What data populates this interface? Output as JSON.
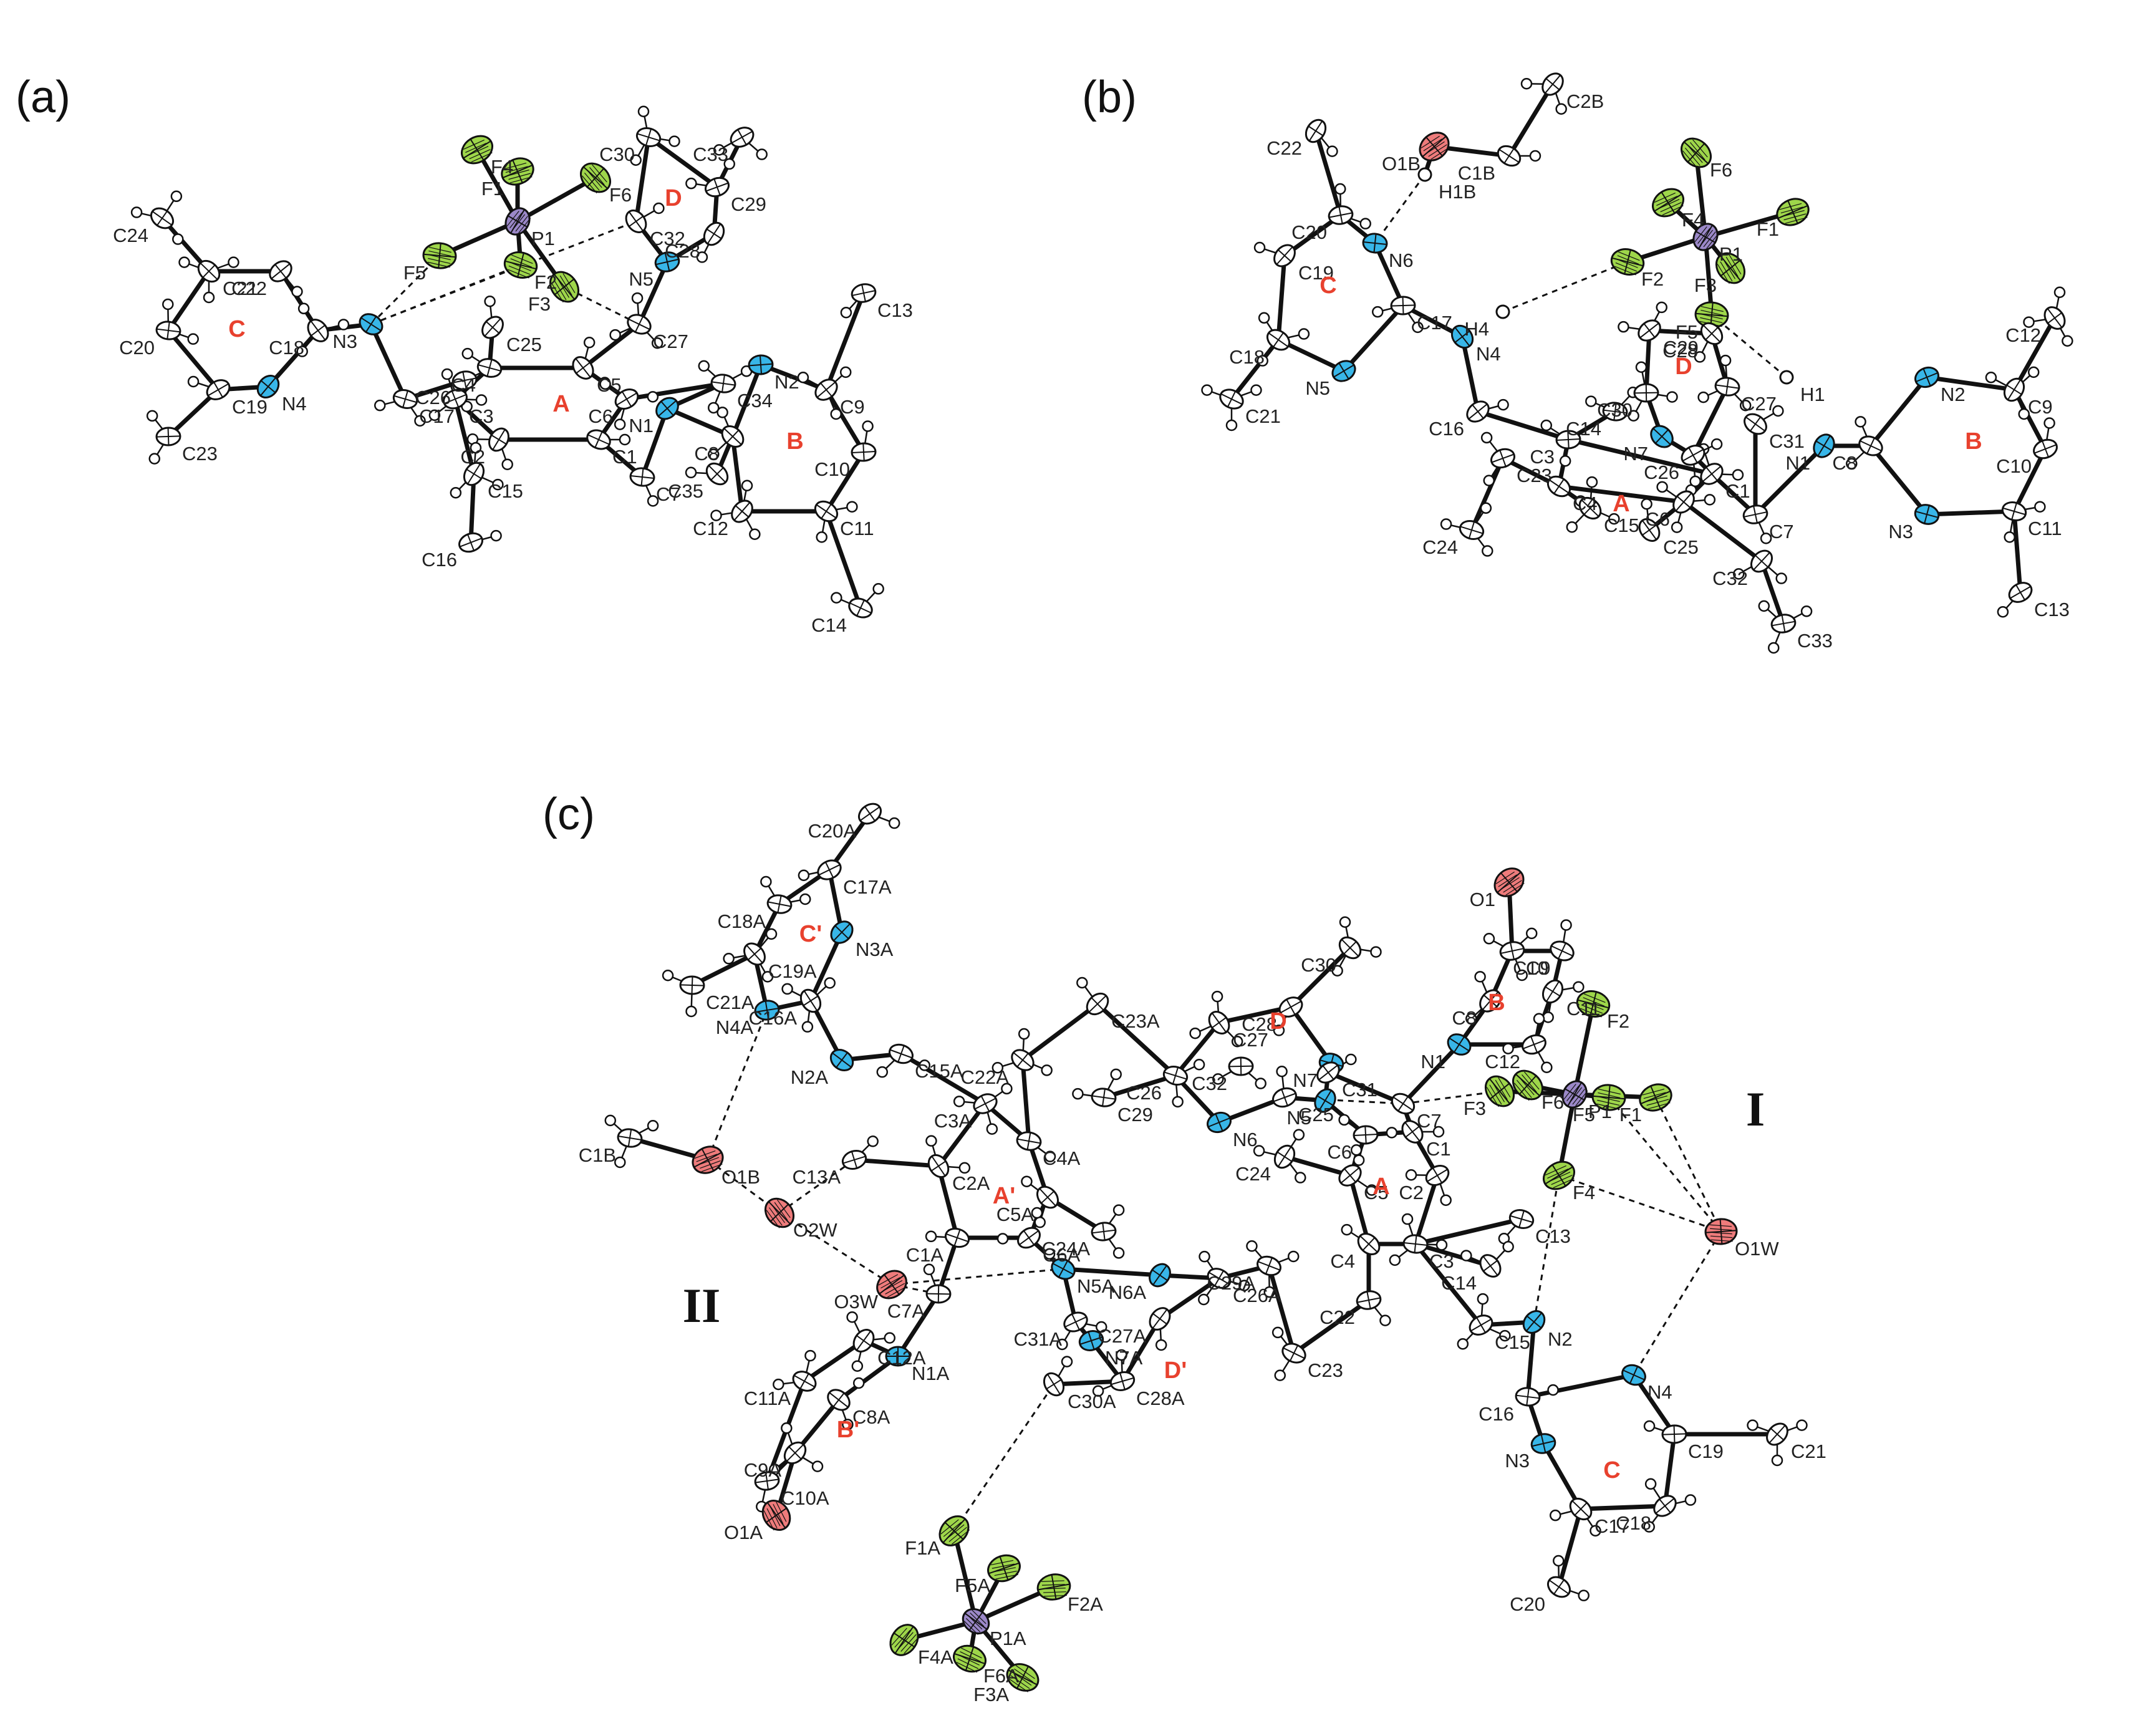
{
  "colors": {
    "C": "#ffffff",
    "N": "#38b6e8",
    "F": "#9ed64a",
    "P": "#9b88c8",
    "O": "#ee7b7b",
    "H": "#ffffff",
    "ring": "#e8412e"
  },
  "panels": [
    {
      "id": "a",
      "label": "(a)",
      "rings": [
        "A",
        "B",
        "C",
        "D"
      ],
      "atoms": [
        {
          "id": "P1",
          "el": "P"
        },
        {
          "id": "F1",
          "el": "F"
        },
        {
          "id": "F2",
          "el": "F"
        },
        {
          "id": "F3",
          "el": "F"
        },
        {
          "id": "F4",
          "el": "F"
        },
        {
          "id": "F5",
          "el": "F"
        },
        {
          "id": "F6",
          "el": "F"
        },
        {
          "id": "N1",
          "el": "N"
        },
        {
          "id": "N2",
          "el": "N"
        },
        {
          "id": "N3",
          "el": "N"
        },
        {
          "id": "N4",
          "el": "N"
        },
        {
          "id": "N5",
          "el": "N"
        },
        {
          "id": "C1",
          "el": "C"
        },
        {
          "id": "C2",
          "el": "C"
        },
        {
          "id": "C3",
          "el": "C"
        },
        {
          "id": "C4",
          "el": "C"
        },
        {
          "id": "C5",
          "el": "C"
        },
        {
          "id": "C6",
          "el": "C"
        },
        {
          "id": "C7",
          "el": "C"
        },
        {
          "id": "C8",
          "el": "C"
        },
        {
          "id": "C9",
          "el": "C"
        },
        {
          "id": "C10",
          "el": "C"
        },
        {
          "id": "C11",
          "el": "C"
        },
        {
          "id": "C12",
          "el": "C"
        },
        {
          "id": "C13",
          "el": "C"
        },
        {
          "id": "C14",
          "el": "C"
        },
        {
          "id": "C15",
          "el": "C"
        },
        {
          "id": "C16",
          "el": "C"
        },
        {
          "id": "C17",
          "el": "C"
        },
        {
          "id": "C18",
          "el": "C"
        },
        {
          "id": "C19",
          "el": "C"
        },
        {
          "id": "C20",
          "el": "C"
        },
        {
          "id": "C21",
          "el": "C"
        },
        {
          "id": "C22",
          "el": "C"
        },
        {
          "id": "C23",
          "el": "C"
        },
        {
          "id": "C24",
          "el": "C"
        },
        {
          "id": "C25",
          "el": "C"
        },
        {
          "id": "C26",
          "el": "C"
        },
        {
          "id": "C27",
          "el": "C"
        },
        {
          "id": "C28",
          "el": "C"
        },
        {
          "id": "C29",
          "el": "C"
        },
        {
          "id": "C30",
          "el": "C"
        },
        {
          "id": "C32",
          "el": "C"
        },
        {
          "id": "C33",
          "el": "C"
        },
        {
          "id": "C34",
          "el": "C"
        },
        {
          "id": "C35",
          "el": "C"
        }
      ]
    },
    {
      "id": "b",
      "label": "(b)",
      "rings": [
        "A",
        "B",
        "C",
        "D"
      ],
      "atoms": [
        {
          "id": "P1",
          "el": "P"
        },
        {
          "id": "F1",
          "el": "F"
        },
        {
          "id": "F2",
          "el": "F"
        },
        {
          "id": "F3",
          "el": "F"
        },
        {
          "id": "F4",
          "el": "F"
        },
        {
          "id": "F5",
          "el": "F"
        },
        {
          "id": "F6",
          "el": "F"
        },
        {
          "id": "O1B",
          "el": "O"
        },
        {
          "id": "H1B",
          "el": "H"
        },
        {
          "id": "C1B",
          "el": "C"
        },
        {
          "id": "C2B",
          "el": "C"
        },
        {
          "id": "H4",
          "el": "H"
        },
        {
          "id": "H1",
          "el": "H"
        },
        {
          "id": "N1",
          "el": "N"
        },
        {
          "id": "N2",
          "el": "N"
        },
        {
          "id": "N3",
          "el": "N"
        },
        {
          "id": "N4",
          "el": "N"
        },
        {
          "id": "N5",
          "el": "N"
        },
        {
          "id": "N6",
          "el": "N"
        },
        {
          "id": "N7",
          "el": "N"
        },
        {
          "id": "C1",
          "el": "C"
        },
        {
          "id": "C3",
          "el": "C"
        },
        {
          "id": "C4",
          "el": "C"
        },
        {
          "id": "C6",
          "el": "C"
        },
        {
          "id": "C7",
          "el": "C"
        },
        {
          "id": "C8",
          "el": "C"
        },
        {
          "id": "C9",
          "el": "C"
        },
        {
          "id": "C10",
          "el": "C"
        },
        {
          "id": "C11",
          "el": "C"
        },
        {
          "id": "C12",
          "el": "C"
        },
        {
          "id": "C13",
          "el": "C"
        },
        {
          "id": "C14",
          "el": "C"
        },
        {
          "id": "C15",
          "el": "C"
        },
        {
          "id": "C16",
          "el": "C"
        },
        {
          "id": "C17",
          "el": "C"
        },
        {
          "id": "C18",
          "el": "C"
        },
        {
          "id": "C19",
          "el": "C"
        },
        {
          "id": "C20",
          "el": "C"
        },
        {
          "id": "C21",
          "el": "C"
        },
        {
          "id": "C22",
          "el": "C"
        },
        {
          "id": "C23",
          "el": "C"
        },
        {
          "id": "C24",
          "el": "C"
        },
        {
          "id": "C25",
          "el": "C"
        },
        {
          "id": "C26",
          "el": "C"
        },
        {
          "id": "C27",
          "el": "C"
        },
        {
          "id": "C28",
          "el": "C"
        },
        {
          "id": "C29",
          "el": "C"
        },
        {
          "id": "C30",
          "el": "C"
        },
        {
          "id": "C31",
          "el": "C"
        },
        {
          "id": "C32",
          "el": "C"
        },
        {
          "id": "C33",
          "el": "C"
        }
      ]
    },
    {
      "id": "c",
      "label": "(c)",
      "rings": [
        "A",
        "B",
        "C",
        "D",
        "A'",
        "B'",
        "C'",
        "D'"
      ],
      "molecules": [
        "I",
        "II"
      ],
      "atoms": [
        {
          "id": "P1",
          "el": "P"
        },
        {
          "id": "F1",
          "el": "F"
        },
        {
          "id": "F2",
          "el": "F"
        },
        {
          "id": "F3",
          "el": "F"
        },
        {
          "id": "F4",
          "el": "F"
        },
        {
          "id": "F5",
          "el": "F"
        },
        {
          "id": "F6",
          "el": "F"
        },
        {
          "id": "O1",
          "el": "O"
        },
        {
          "id": "O1W",
          "el": "O"
        },
        {
          "id": "N1",
          "el": "N"
        },
        {
          "id": "N2",
          "el": "N"
        },
        {
          "id": "N3",
          "el": "N"
        },
        {
          "id": "N4",
          "el": "N"
        },
        {
          "id": "N5",
          "el": "N"
        },
        {
          "id": "N6",
          "el": "N"
        },
        {
          "id": "N7",
          "el": "N"
        },
        {
          "id": "C1",
          "el": "C"
        },
        {
          "id": "C2",
          "el": "C"
        },
        {
          "id": "C3",
          "el": "C"
        },
        {
          "id": "C4",
          "el": "C"
        },
        {
          "id": "C5",
          "el": "C"
        },
        {
          "id": "C6",
          "el": "C"
        },
        {
          "id": "C7",
          "el": "C"
        },
        {
          "id": "C8",
          "el": "C"
        },
        {
          "id": "C9",
          "el": "C"
        },
        {
          "id": "C10",
          "el": "C"
        },
        {
          "id": "C11",
          "el": "C"
        },
        {
          "id": "C12",
          "el": "C"
        },
        {
          "id": "C13",
          "el": "C"
        },
        {
          "id": "C14",
          "el": "C"
        },
        {
          "id": "C15",
          "el": "C"
        },
        {
          "id": "C16",
          "el": "C"
        },
        {
          "id": "C17",
          "el": "C"
        },
        {
          "id": "C18",
          "el": "C"
        },
        {
          "id": "C19",
          "el": "C"
        },
        {
          "id": "C20",
          "el": "C"
        },
        {
          "id": "C21",
          "el": "C"
        },
        {
          "id": "C22",
          "el": "C"
        },
        {
          "id": "C23",
          "el": "C"
        },
        {
          "id": "C24",
          "el": "C"
        },
        {
          "id": "C25",
          "el": "C"
        },
        {
          "id": "C26",
          "el": "C"
        },
        {
          "id": "C27",
          "el": "C"
        },
        {
          "id": "C28",
          "el": "C"
        },
        {
          "id": "C29",
          "el": "C"
        },
        {
          "id": "C30",
          "el": "C"
        },
        {
          "id": "C31",
          "el": "C"
        },
        {
          "id": "C32",
          "el": "C"
        },
        {
          "id": "P1A",
          "el": "P"
        },
        {
          "id": "F1A",
          "el": "F"
        },
        {
          "id": "F2A",
          "el": "F"
        },
        {
          "id": "F3A",
          "el": "F"
        },
        {
          "id": "F4A",
          "el": "F"
        },
        {
          "id": "F5A",
          "el": "F"
        },
        {
          "id": "F6A",
          "el": "F"
        },
        {
          "id": "O1A",
          "el": "O"
        },
        {
          "id": "O1B",
          "el": "O"
        },
        {
          "id": "C1B",
          "el": "C"
        },
        {
          "id": "O2W",
          "el": "O"
        },
        {
          "id": "O3W",
          "el": "O"
        },
        {
          "id": "N1A",
          "el": "N"
        },
        {
          "id": "N2A",
          "el": "N"
        },
        {
          "id": "N3A",
          "el": "N"
        },
        {
          "id": "N4A",
          "el": "N"
        },
        {
          "id": "N5A",
          "el": "N"
        },
        {
          "id": "N6A",
          "el": "N"
        },
        {
          "id": "N7A",
          "el": "N"
        },
        {
          "id": "C1A",
          "el": "C"
        },
        {
          "id": "C2A",
          "el": "C"
        },
        {
          "id": "C3A",
          "el": "C"
        },
        {
          "id": "C4A",
          "el": "C"
        },
        {
          "id": "C5A",
          "el": "C"
        },
        {
          "id": "C6A",
          "el": "C"
        },
        {
          "id": "C7A",
          "el": "C"
        },
        {
          "id": "C8A",
          "el": "C"
        },
        {
          "id": "C9A",
          "el": "C"
        },
        {
          "id": "C10A",
          "el": "C"
        },
        {
          "id": "C11A",
          "el": "C"
        },
        {
          "id": "C12A",
          "el": "C"
        },
        {
          "id": "C13A",
          "el": "C"
        },
        {
          "id": "C15A",
          "el": "C"
        },
        {
          "id": "C16A",
          "el": "C"
        },
        {
          "id": "C17A",
          "el": "C"
        },
        {
          "id": "C18A",
          "el": "C"
        },
        {
          "id": "C19A",
          "el": "C"
        },
        {
          "id": "C20A",
          "el": "C"
        },
        {
          "id": "C21A",
          "el": "C"
        },
        {
          "id": "C22A",
          "el": "C"
        },
        {
          "id": "C23A",
          "el": "C"
        },
        {
          "id": "C24A",
          "el": "C"
        },
        {
          "id": "C26A",
          "el": "C"
        },
        {
          "id": "C27A",
          "el": "C"
        },
        {
          "id": "C28A",
          "el": "C"
        },
        {
          "id": "C29A",
          "el": "C"
        },
        {
          "id": "C30A",
          "el": "C"
        },
        {
          "id": "C31A",
          "el": "C"
        }
      ]
    }
  ]
}
